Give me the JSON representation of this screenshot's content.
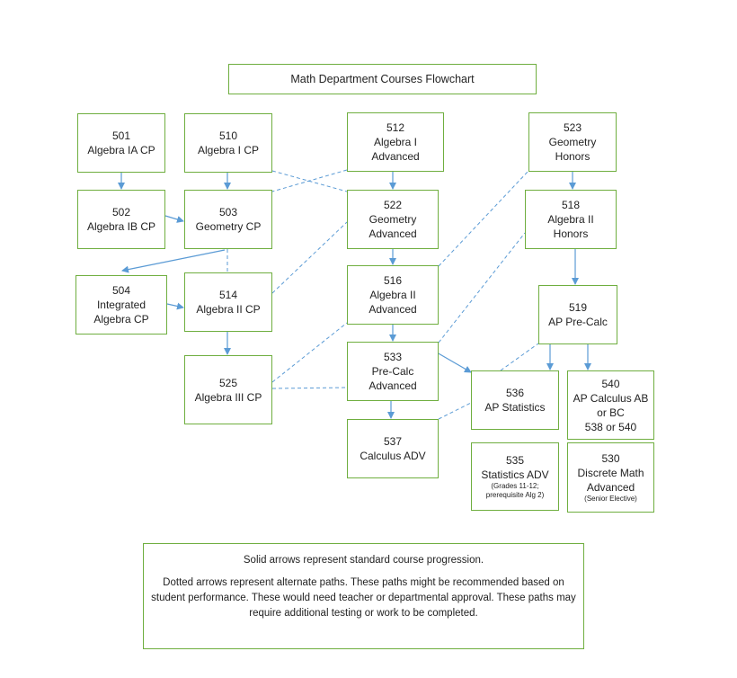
{
  "title": "Math Department Courses Flowchart",
  "colors": {
    "box_border": "#6fae3f",
    "arrow": "#5b9bd5"
  },
  "courses": [
    {
      "id": "c501",
      "lines": [
        "501",
        "Algebra IA CP"
      ]
    },
    {
      "id": "c510",
      "lines": [
        "510",
        "Algebra I CP"
      ]
    },
    {
      "id": "c512",
      "lines": [
        "512",
        "Algebra I",
        "Advanced"
      ]
    },
    {
      "id": "c523",
      "lines": [
        "523",
        "Geometry",
        "Honors"
      ]
    },
    {
      "id": "c502",
      "lines": [
        "502",
        "Algebra IB CP"
      ]
    },
    {
      "id": "c503",
      "lines": [
        "503",
        "Geometry CP"
      ]
    },
    {
      "id": "c522",
      "lines": [
        "522",
        "Geometry",
        "Advanced"
      ]
    },
    {
      "id": "c518",
      "lines": [
        "518",
        "Algebra II",
        "Honors"
      ]
    },
    {
      "id": "c504",
      "lines": [
        "504",
        "Integrated",
        "Algebra CP"
      ]
    },
    {
      "id": "c514",
      "lines": [
        "514",
        "Algebra II CP"
      ]
    },
    {
      "id": "c516",
      "lines": [
        "516",
        "Algebra II",
        "Advanced"
      ]
    },
    {
      "id": "c519",
      "lines": [
        "519",
        "AP Pre-Calc"
      ]
    },
    {
      "id": "c525",
      "lines": [
        "525",
        "Algebra III CP"
      ]
    },
    {
      "id": "c533",
      "lines": [
        "533",
        "Pre-Calc",
        "Advanced"
      ]
    },
    {
      "id": "c536",
      "lines": [
        "536",
        "AP Statistics"
      ]
    },
    {
      "id": "c540",
      "lines": [
        "540",
        "AP Calculus AB",
        "or BC",
        "538 or 540"
      ]
    },
    {
      "id": "c537",
      "lines": [
        "537",
        "Calculus ADV"
      ]
    },
    {
      "id": "c535",
      "lines": [
        "535",
        "Statistics ADV"
      ],
      "note": [
        "(Grades 11-12;",
        "prerequisite Alg 2)"
      ]
    },
    {
      "id": "c530",
      "lines": [
        "530",
        "Discrete Math",
        "Advanced"
      ],
      "note": [
        "(Senior Elective)"
      ]
    }
  ],
  "legend": {
    "solid": "Solid arrows represent standard course progression.",
    "dotted": "Dotted arrows represent alternate paths.  These paths might be recommended based on student performance.  These would need teacher or departmental approval.  These paths may require additional testing or work to be completed."
  }
}
